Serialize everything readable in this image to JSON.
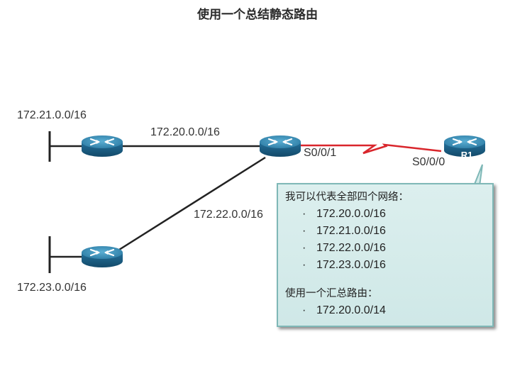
{
  "title": "使用一个总结静态路由",
  "networks": {
    "left_top": "172.21.0.0/16",
    "left_bottom": "172.23.0.0/16",
    "link_top": "172.20.0.0/16",
    "link_diag": "172.22.0.0/16"
  },
  "interfaces": {
    "center": "S0/0/1",
    "r1": "S0/0/0"
  },
  "r1_label": "R1",
  "callout": {
    "heading1": "我可以代表全部四个网络：",
    "list1": [
      "172.20.0.0/16",
      "172.21.0.0/16",
      "172.22.0.0/16",
      "172.23.0.0/16"
    ],
    "heading2": "使用一个汇总路由：",
    "list2": [
      "172.20.0.0/14"
    ],
    "bullet": "·"
  },
  "colors": {
    "router_top": "#3f8fb4",
    "router_side": "#1d5f84",
    "serial_link": "#d9262c",
    "callout_fill": "#d4ebea",
    "callout_border": "#7fb8b7"
  }
}
